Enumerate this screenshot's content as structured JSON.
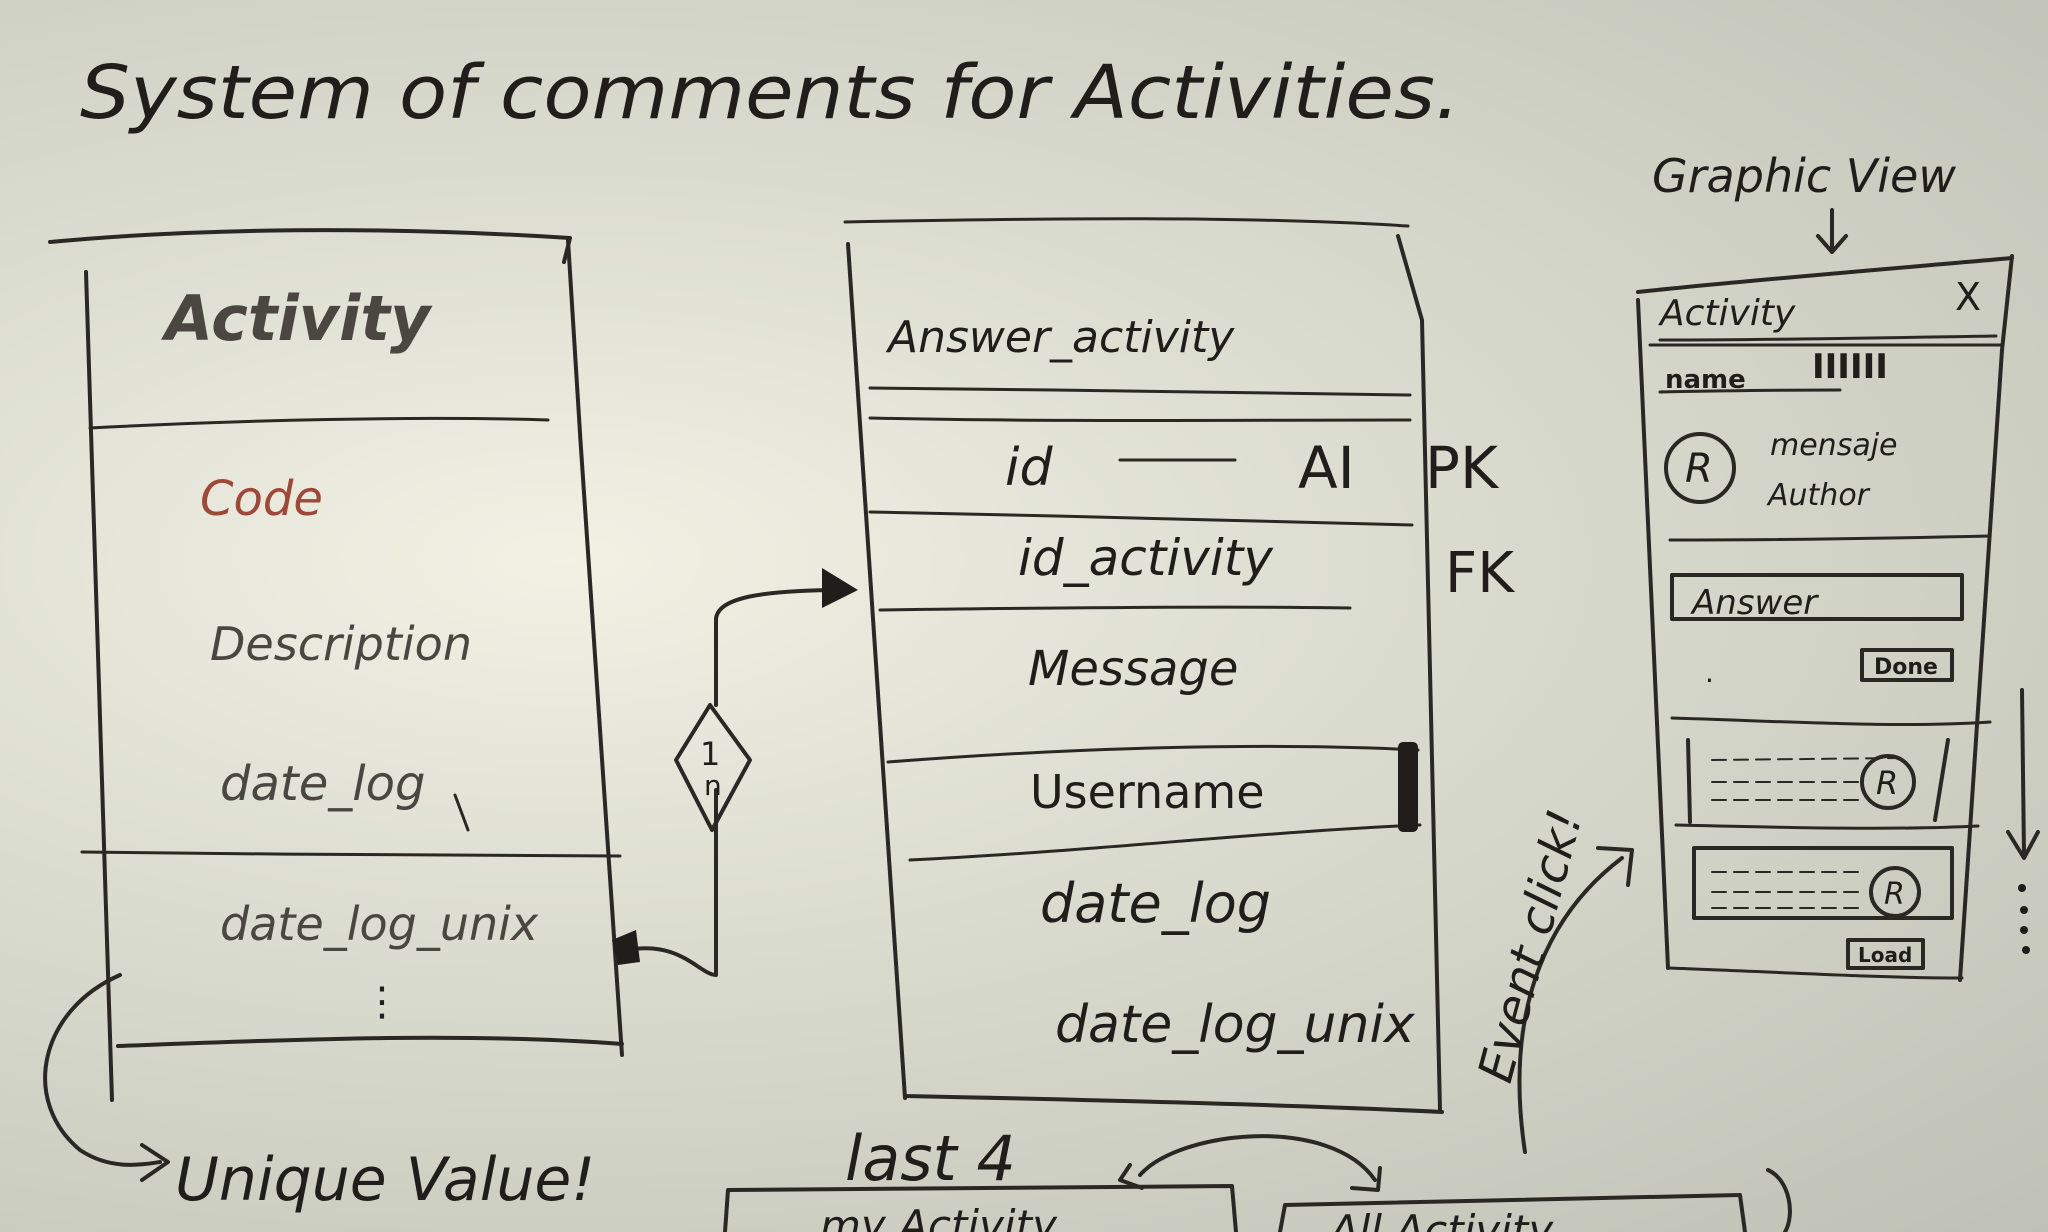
{
  "title": "System of comments for Activities.",
  "activity_table": {
    "name": "Activity",
    "fields": [
      "Code",
      "Description",
      "date_log",
      "date_log_unix"
    ],
    "more": "⋮"
  },
  "answer_table": {
    "name": "Answer_activity",
    "fields": [
      {
        "name": "id",
        "annotation": "AI",
        "key": "PK"
      },
      {
        "name": "id_activity",
        "annotation": "",
        "key": "FK"
      },
      {
        "name": "Message",
        "annotation": "",
        "key": ""
      },
      {
        "name": "Username",
        "annotation": "",
        "key": ""
      },
      {
        "name": "date_log",
        "annotation": "",
        "key": ""
      },
      {
        "name": "date_log_unix",
        "annotation": "",
        "key": ""
      }
    ]
  },
  "relation_label": "1",
  "relation_label_many": "n",
  "unique_value_label": "Unique Value!",
  "event_click_label": "Event click!",
  "last4_label": "last 4",
  "bottom_box_left": "my Activity",
  "bottom_box_right": "All Activity",
  "graphic_view": {
    "label": "Graphic View",
    "header": "Activity",
    "close": "X",
    "name_label": "name",
    "name_value": "IIIIII",
    "avatar": "R",
    "message_line1": "mensaje",
    "message_line2": "Author",
    "answer_input": "Answer",
    "done_button": "Done",
    "comment_avatar": "R",
    "footer_button": "Load"
  }
}
